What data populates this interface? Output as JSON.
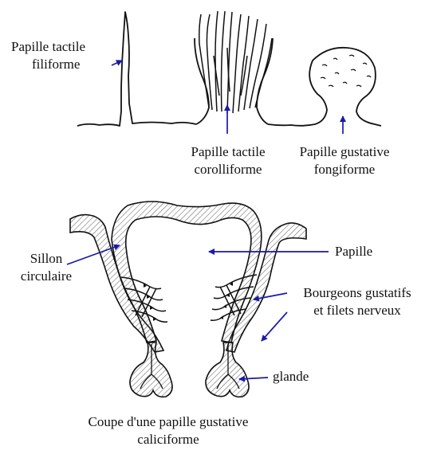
{
  "colors": {
    "ink": "#111111",
    "arrow": "#1a1aa8",
    "hatch": "#555555"
  },
  "labels": {
    "filiforme": {
      "line1": "Papille tactile",
      "line2": "filiforme"
    },
    "corolliforme": {
      "line1": "Papille tactile",
      "line2": "corolliforme"
    },
    "fongiforme": {
      "line1": "Papille gustative",
      "line2": "fongiforme"
    },
    "sillon": {
      "line1": "Sillon",
      "line2": "circulaire"
    },
    "papille": "Papille",
    "bourgeons": {
      "line1": "Bourgeons gustatifs",
      "line2": "et filets nerveux"
    },
    "glande": "glande",
    "caption": {
      "line1": "Coupe d'une papille gustative",
      "line2": "caliciforme"
    }
  }
}
